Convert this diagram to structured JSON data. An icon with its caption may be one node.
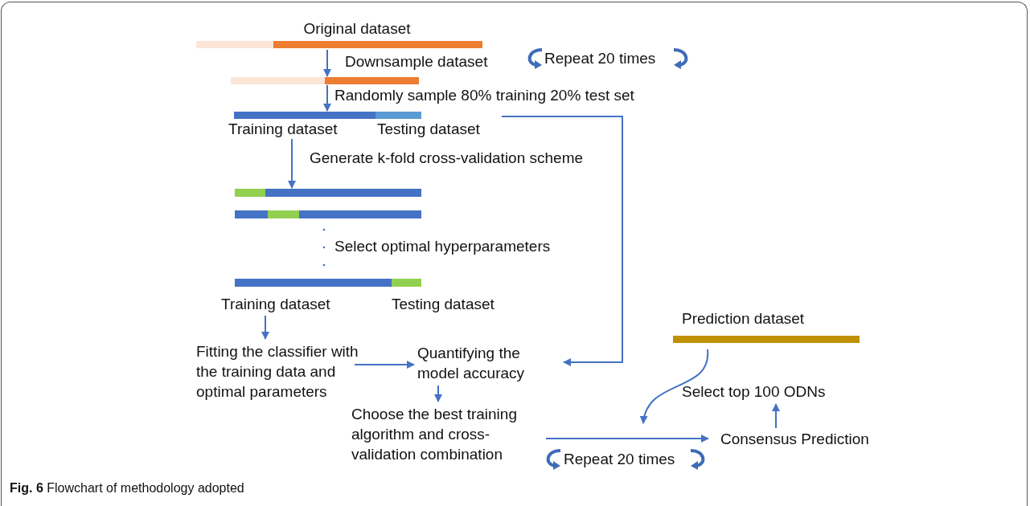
{
  "diagram": {
    "caption": "**Fig. 6** Flowchart of methodology adopted",
    "nodes": [
      {
        "text": [
          "Original dataset"
        ]
      },
      {
        "text": [],
        "shape": "bar"
      },
      {
        "text": [
          "Training dataset",
          "Testing dataset"
        ]
      },
      {
        "text": [],
        "shape": "bar"
      },
      {
        "text": [],
        "shape": "bar"
      },
      {
        "text": [
          "Training dataset",
          "Testing dataset"
        ]
      },
      {
        "text": [
          "Fitting the classifier with the training data and optimal parameters"
        ]
      },
      {
        "text": [
          "Quantifying the model accuracy"
        ]
      },
      {
        "text": [
          "Choose the best training algorithm and cross-validation combination"
        ]
      },
      {
        "text": [
          "Prediction dataset"
        ]
      },
      {
        "text": [
          "Consensus Prediction"
        ]
      },
      {
        "text": [
          "Select top 100 ODNs"
        ]
      }
    ],
    "edges": [
      {
        "from": 0,
        "to": 1,
        "arrow": "to",
        "label": "Downsample dataset"
      },
      {
        "from": 1,
        "to": 2,
        "arrow": "to",
        "label": "Randomly sample 80% training 20% test set"
      },
      {
        "from": 2,
        "to": 3,
        "arrow": "to",
        "label": "Generate k-fold cross-validation scheme"
      },
      {
        "from": 2,
        "to": 7,
        "arrow": "to"
      },
      {
        "from": 5,
        "to": 6,
        "arrow": "to"
      },
      {
        "from": 6,
        "to": 7,
        "arrow": "to"
      },
      {
        "from": 7,
        "to": 8,
        "arrow": "to"
      },
      {
        "from": 8,
        "to": 10,
        "arrow": "to"
      },
      {
        "from": 9,
        "to": null,
        "arrow": "to"
      },
      {
        "from": 10,
        "to": 11,
        "arrow": "to"
      }
    ],
    "labels": [
      "Repeat 20 times",
      "Select optimal hyperparameters",
      "Repeat 20 times"
    ]
  }
}
